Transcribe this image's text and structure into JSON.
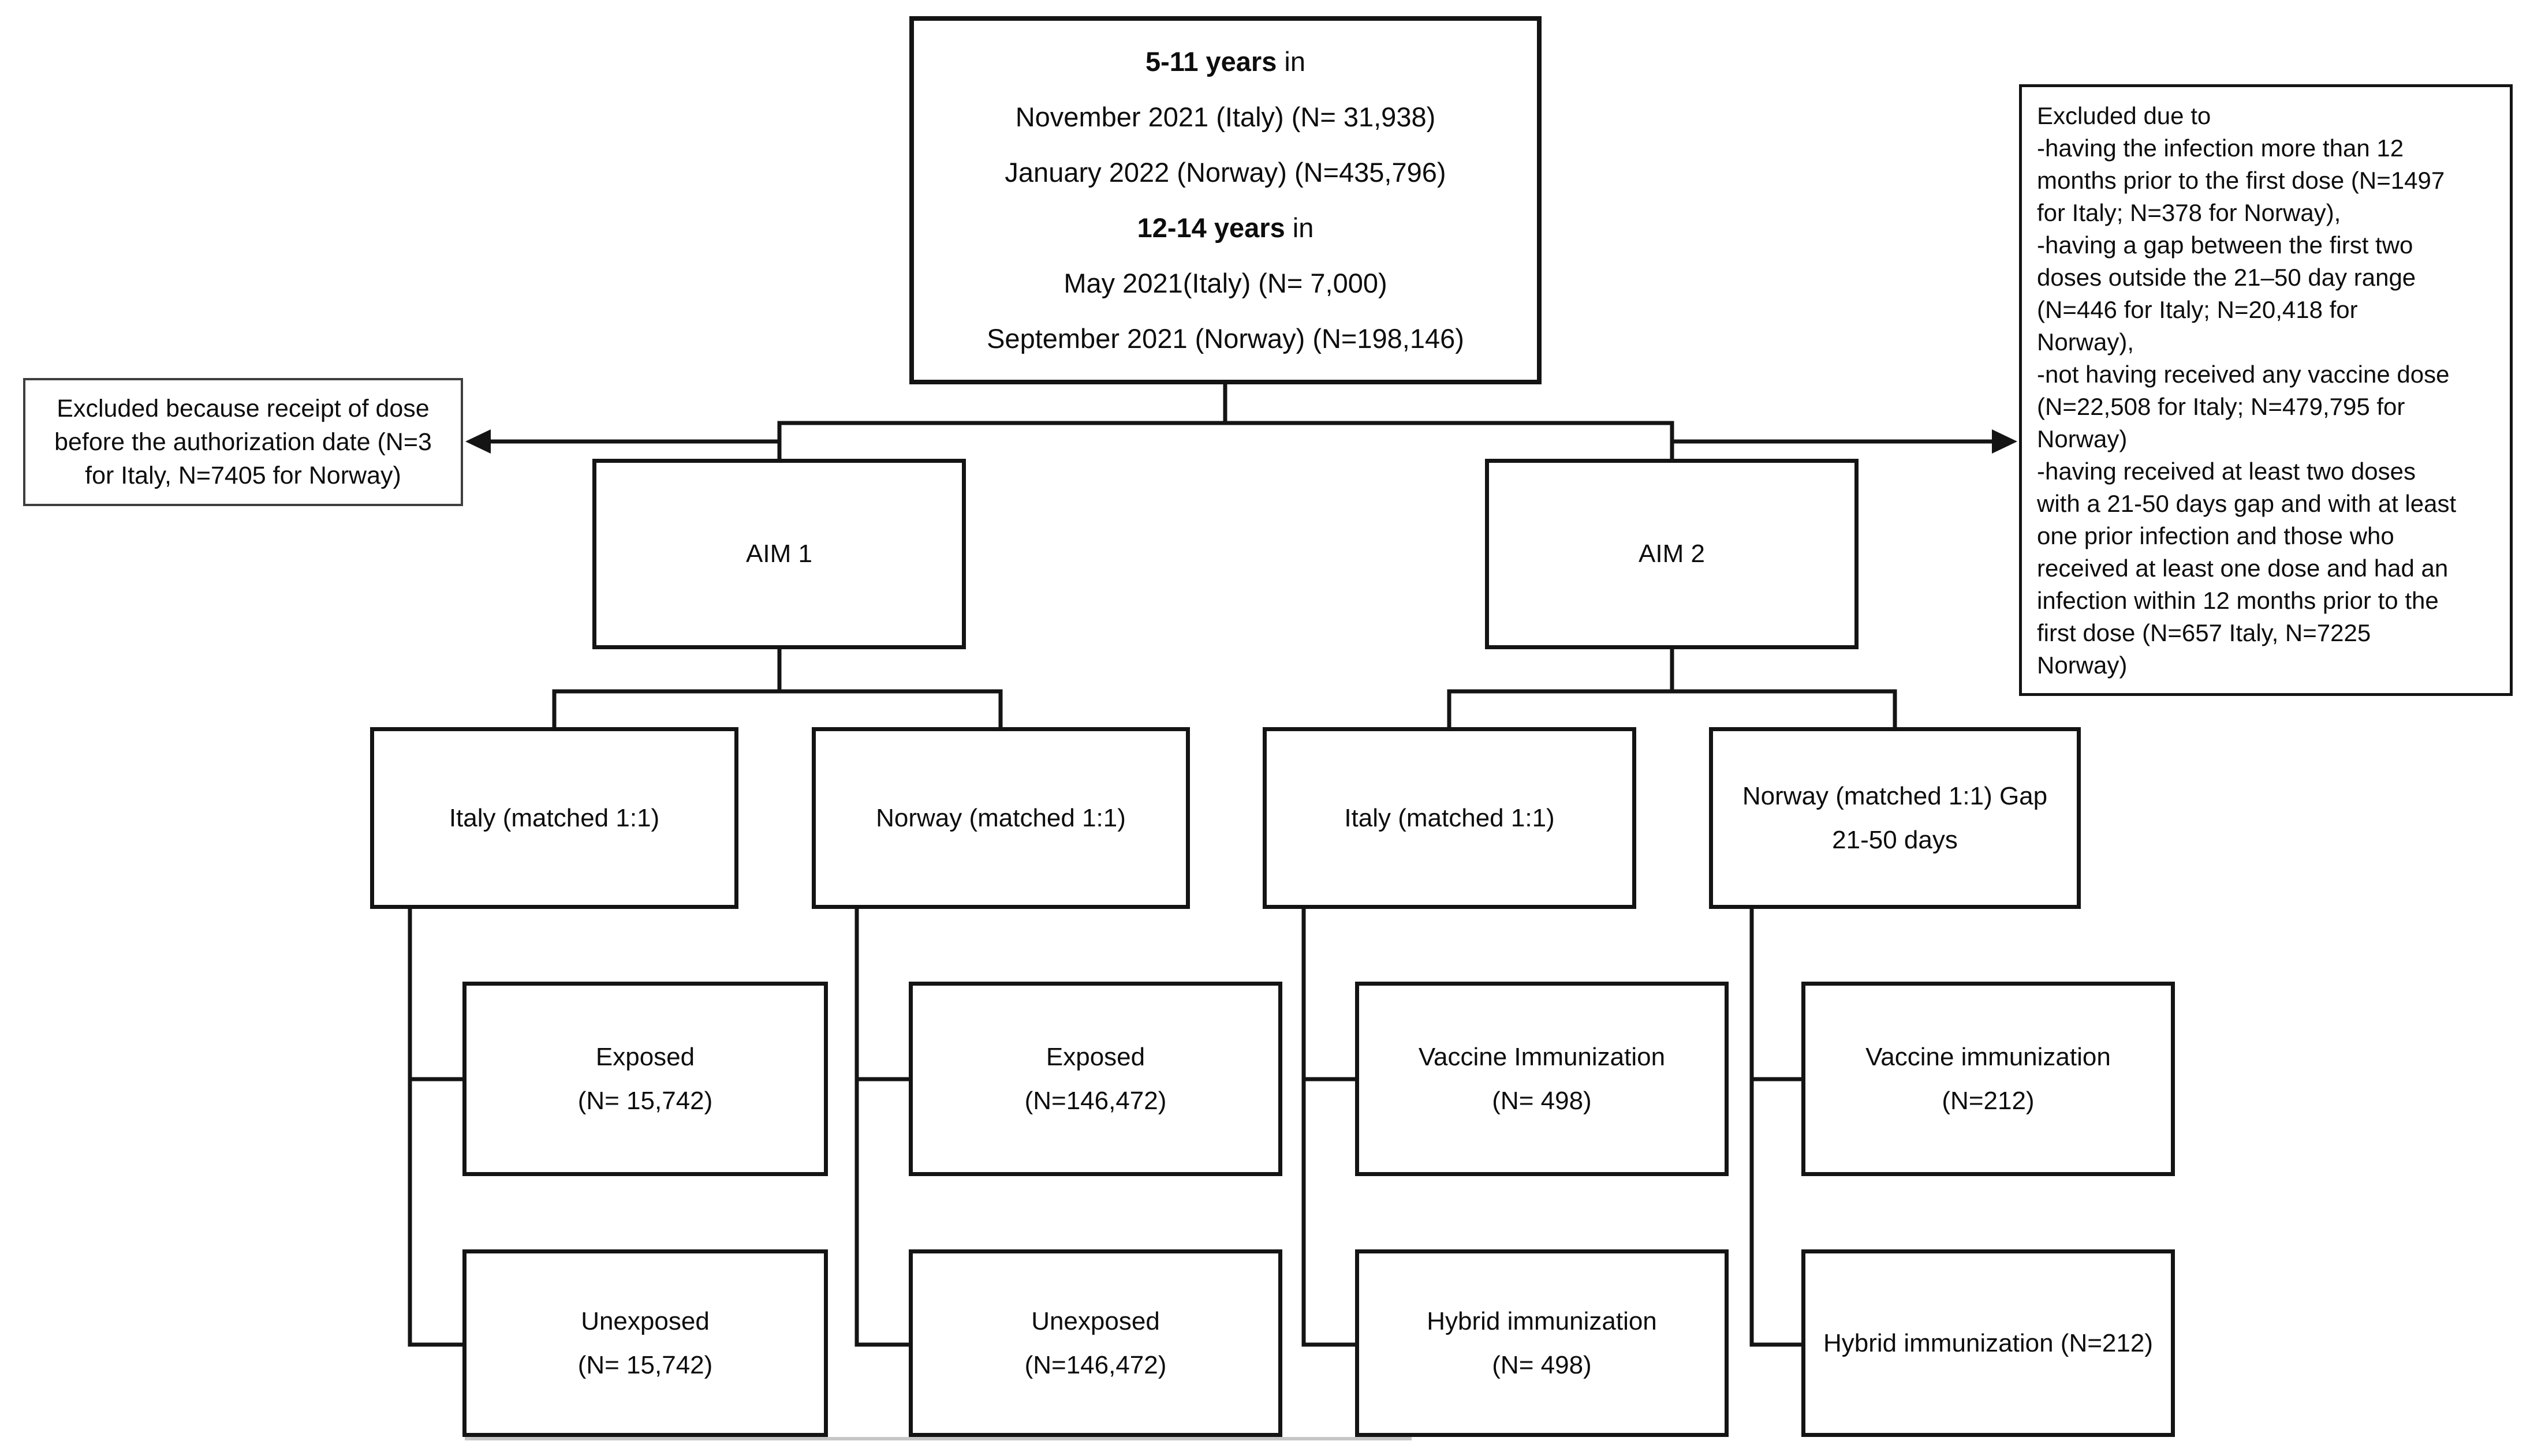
{
  "diagram": {
    "top_box": {
      "lines": [
        {
          "b": "5-11 years",
          "t": " in"
        },
        {
          "b": "",
          "t": "November 2021 (Italy) (N= 31,938)"
        },
        {
          "b": "",
          "t": "January 2022 (Norway) (N=435,796)"
        },
        {
          "b": "12-14 years",
          "t": " in"
        },
        {
          "b": "",
          "t": "May 2021(Italy) (N= 7,000)"
        },
        {
          "b": "",
          "t": "September 2021 (Norway) (N=198,146)"
        }
      ]
    },
    "left_exclusion": {
      "text": "Excluded because receipt of dose\nbefore the authorization date (N=3\nfor Italy, N=7405 for Norway)"
    },
    "right_exclusion": {
      "text": "Excluded due to\n-having the infection more than 12\nmonths prior to the first dose (N=1497\nfor Italy; N=378 for Norway),\n-having a gap between the first two\ndoses outside the 21–50 day range\n(N=446 for Italy; N=20,418 for\nNorway),\n-not having received any vaccine dose\n(N=22,508 for Italy; N=479,795 for\nNorway)\n-having received at least two doses\nwith a 21-50 days gap and with at least\none prior infection and those who\nreceived at least one dose and had an\ninfection within 12 months prior to the\nfirst dose (N=657 Italy, N=7225\nNorway)"
    },
    "aim1": {
      "label": "AIM 1"
    },
    "aim2": {
      "label": "AIM 2"
    },
    "row2": [
      {
        "label": "Italy (matched 1:1)"
      },
      {
        "label": "Norway (matched 1:1)"
      },
      {
        "label": "Italy (matched 1:1)"
      },
      {
        "label": "Norway (matched 1:1) Gap\n21-50 days"
      }
    ],
    "row3": [
      {
        "label": "Exposed\n(N= 15,742)"
      },
      {
        "label": "Exposed\n(N=146,472)"
      },
      {
        "label": "Vaccine Immunization\n(N= 498)"
      },
      {
        "label": "Vaccine immunization\n(N=212)"
      }
    ],
    "row4": [
      {
        "label": "Unexposed\n(N= 15,742)"
      },
      {
        "label": "Unexposed\n(N=146,472)"
      },
      {
        "label": "Hybrid immunization\n(N= 498)"
      },
      {
        "label": "Hybrid immunization (N=212)"
      }
    ]
  },
  "colors": {
    "line": "#141414",
    "artifact_shadow": "#c6c6c6",
    "background": "#ffffff"
  }
}
